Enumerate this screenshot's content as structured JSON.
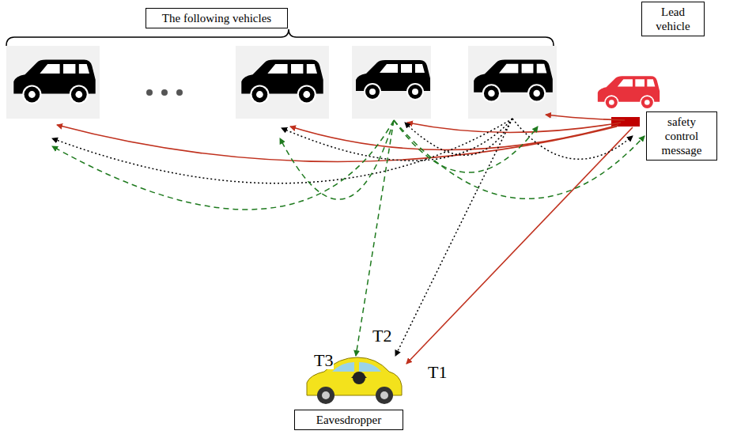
{
  "diagram": {
    "nodes": [
      {
        "text": [
          "The following vehicles"
        ]
      },
      {
        "text": [
          "Lead vehicle"
        ]
      },
      {
        "text": [
          "safety control message"
        ]
      },
      {
        "text": [
          "Eavesdropper"
        ]
      }
    ],
    "labels": [
      "T3",
      "T2",
      "T1"
    ]
  }
}
